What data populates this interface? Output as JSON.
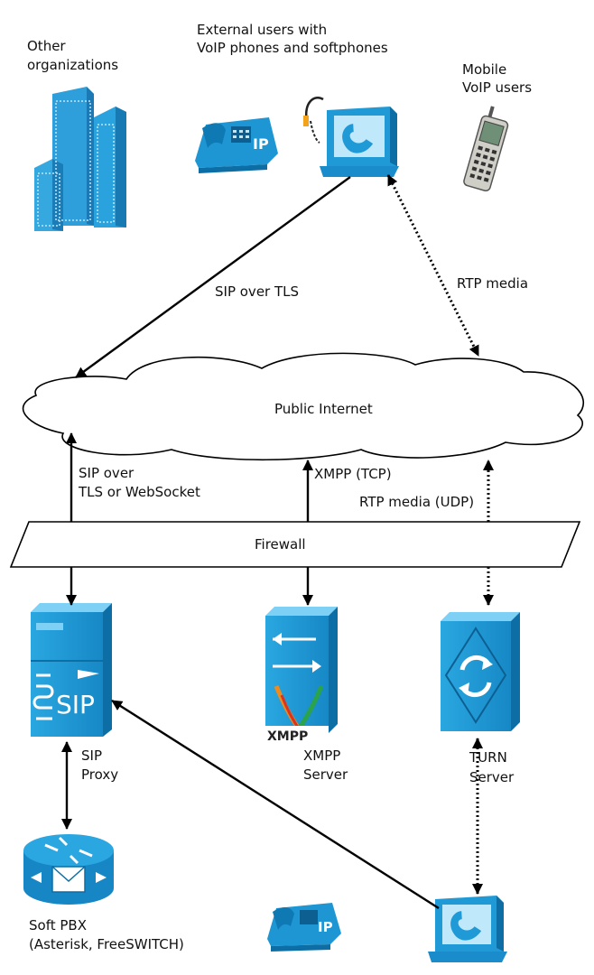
{
  "labels": {
    "other_organizations": [
      "Other",
      "organizations"
    ],
    "external_users": [
      "External users with",
      "VoIP phones and softphones"
    ],
    "mobile_users": [
      "Mobile",
      "VoIP users"
    ],
    "sip_over_tls": "SIP over TLS",
    "rtp_media_top": "RTP media",
    "public_internet": "Public Internet",
    "sip_over_tls_ws": [
      "SIP over",
      "TLS or WebSocket"
    ],
    "xmpp_tcp": "XMPP (TCP)",
    "rtp_media_udp": "RTP media (UDP)",
    "firewall": "Firewall",
    "sip_proxy": [
      "SIP",
      "Proxy"
    ],
    "xmpp_server": [
      "XMPP",
      "Server"
    ],
    "turn_server": [
      "TURN",
      "Server"
    ],
    "soft_pbx": [
      "Soft PBX",
      "(Asterisk, FreeSWITCH)"
    ]
  },
  "icon_text": {
    "ip_badge": "IP",
    "sip_logo": "SIP",
    "xmpp_logo": "XMPP"
  },
  "icons": [
    "building-icon",
    "ip-phone-icon",
    "softphone-computer-icon",
    "mobile-phone-icon",
    "sip-proxy-server-icon",
    "xmpp-server-icon",
    "turn-server-icon",
    "soft-pbx-router-icon"
  ],
  "colors": {
    "device_blue": "#1f9ad6",
    "device_dark": "#0d6ea6",
    "device_light": "#7fd0f5"
  }
}
